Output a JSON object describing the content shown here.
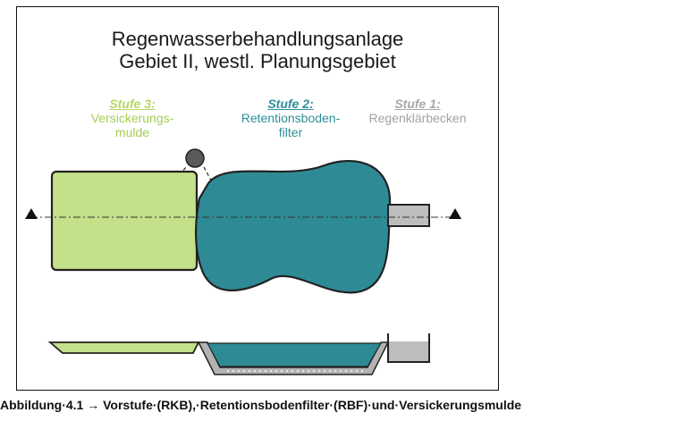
{
  "diagram": {
    "title_line1": "Regenwasserbehandlungsanlage",
    "title_line2": "Gebiet II, westl. Planungsgebiet",
    "stages": [
      {
        "heading": "Stufe 3:",
        "line1": "Versickerungs-",
        "line2": "mulde",
        "color": "#b6d864"
      },
      {
        "heading": "Stufe 2:",
        "line1": "Retentionsboden-",
        "line2": "filter",
        "color": "#2f8f99"
      },
      {
        "heading": "Stufe 1:",
        "line1": "Regenklärbecken",
        "line2": "",
        "color": "#a8a8a8"
      }
    ],
    "colors": {
      "mulde_fill": "#c3e08a",
      "filter_fill": "#2e8b96",
      "basin_fill": "#bdbdbd",
      "section_base": "#b3b3b3",
      "outline": "#222222"
    }
  },
  "caption": "Abbildung·4.1 → Vorstufe·(RKB),·Retentionsbodenfilter·(RBF)·und·Versickerungsmulde"
}
